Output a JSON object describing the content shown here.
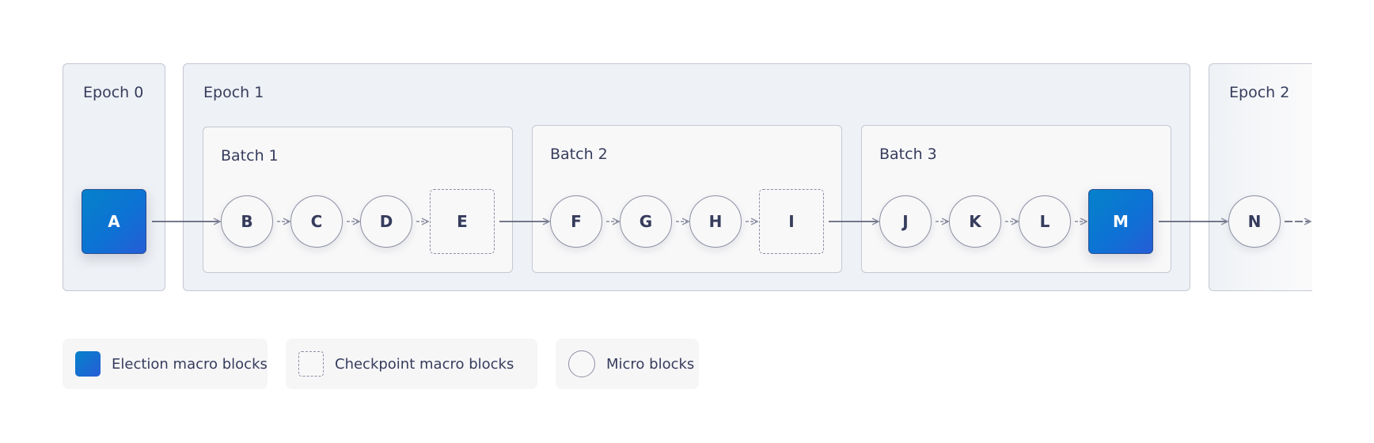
{
  "epochs": [
    {
      "label": "Epoch 0"
    },
    {
      "label": "Epoch 1"
    },
    {
      "label": "Epoch 2"
    }
  ],
  "batches": [
    {
      "label": "Batch 1"
    },
    {
      "label": "Batch 2"
    },
    {
      "label": "Batch 3"
    }
  ],
  "blocks": [
    {
      "id": "A",
      "kind": "election"
    },
    {
      "id": "B",
      "kind": "micro"
    },
    {
      "id": "C",
      "kind": "micro"
    },
    {
      "id": "D",
      "kind": "micro"
    },
    {
      "id": "E",
      "kind": "checkpoint"
    },
    {
      "id": "F",
      "kind": "micro"
    },
    {
      "id": "G",
      "kind": "micro"
    },
    {
      "id": "H",
      "kind": "micro"
    },
    {
      "id": "I",
      "kind": "checkpoint"
    },
    {
      "id": "J",
      "kind": "micro"
    },
    {
      "id": "K",
      "kind": "micro"
    },
    {
      "id": "L",
      "kind": "micro"
    },
    {
      "id": "M",
      "kind": "election"
    },
    {
      "id": "N",
      "kind": "micro"
    }
  ],
  "legend": {
    "election": "Election macro blocks",
    "checkpoint": "Checkpoint macro blocks",
    "micro": "Micro blocks"
  },
  "colors": {
    "election_start": "#0582ca",
    "election_end": "#265dd7",
    "stroke": "#8c8fa2",
    "text": "#363c5c",
    "epoch_bg": "#eef1f5",
    "batch_bg": "#f8f8f9"
  }
}
